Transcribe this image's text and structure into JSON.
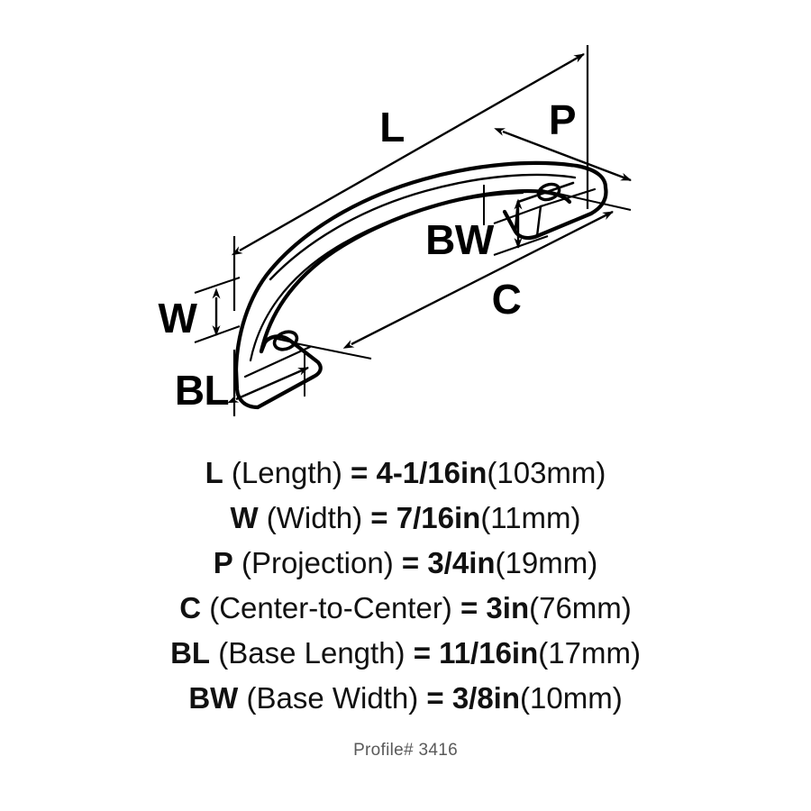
{
  "diagram": {
    "title": "Cabinet pull handle dimensioned isometric drawing",
    "labels": {
      "length": "L",
      "width": "W",
      "projection": "P",
      "center_to_center": "C",
      "base_length": "BL",
      "base_width": "BW"
    }
  },
  "specs": [
    {
      "code": "L",
      "name": "(Length)",
      "eq": "=",
      "imperial": "4-1/16in",
      "metric": "(103mm)"
    },
    {
      "code": "W",
      "name": "(Width)",
      "eq": "=",
      "imperial": "7/16in",
      "metric": "(11mm)"
    },
    {
      "code": "P",
      "name": "(Projection)",
      "eq": "=",
      "imperial": "3/4in",
      "metric": "(19mm)"
    },
    {
      "code": "C",
      "name": "(Center-to-Center)",
      "eq": "=",
      "imperial": "3in",
      "metric": "(76mm)"
    },
    {
      "code": "BL",
      "name": "(Base Length)",
      "eq": "=",
      "imperial": "11/16in",
      "metric": "(17mm)"
    },
    {
      "code": "BW",
      "name": "(Base Width)",
      "eq": "=",
      "imperial": "3/8in",
      "metric": "(10mm)"
    }
  ],
  "footer": {
    "profile": "Profile# 3416"
  },
  "colors": {
    "ink": "#000000",
    "paper": "#ffffff",
    "footer_text": "#5a5a5a"
  }
}
